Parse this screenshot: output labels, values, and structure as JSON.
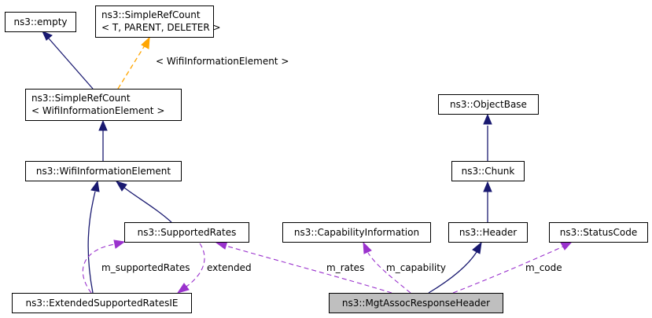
{
  "nodes": {
    "empty": {
      "lines": [
        "ns3::empty"
      ]
    },
    "simple_ref_count_template": {
      "lines": [
        "ns3::SimpleRefCount",
        "< T, PARENT, DELETER >"
      ]
    },
    "simple_ref_count_wie": {
      "lines": [
        "ns3::SimpleRefCount",
        "< WifiInformationElement >"
      ]
    },
    "wifi_information_element": {
      "lines": [
        "ns3::WifiInformationElement"
      ]
    },
    "supported_rates": {
      "lines": [
        "ns3::SupportedRates"
      ]
    },
    "extended_supported_rates_ie": {
      "lines": [
        "ns3::ExtendedSupportedRatesIE"
      ]
    },
    "object_base": {
      "lines": [
        "ns3::ObjectBase"
      ]
    },
    "chunk": {
      "lines": [
        "ns3::Chunk"
      ]
    },
    "header": {
      "lines": [
        "ns3::Header"
      ]
    },
    "capability_information": {
      "lines": [
        "ns3::CapabilityInformation"
      ]
    },
    "status_code": {
      "lines": [
        "ns3::StatusCode"
      ]
    },
    "mgt_assoc_response_header": {
      "lines": [
        "ns3::MgtAssocResponseHeader"
      ]
    }
  },
  "edge_labels": {
    "template_arg": "< WifiInformationElement >",
    "m_supported_rates": "m_supportedRates",
    "extended": "extended",
    "m_rates": "m_rates",
    "m_capability": "m_capability",
    "m_code": "m_code"
  },
  "colors": {
    "inheritance": "#191970",
    "usage": "#9a32cd",
    "template": "#ffa500",
    "focus_fill": "#bfbfbf"
  }
}
